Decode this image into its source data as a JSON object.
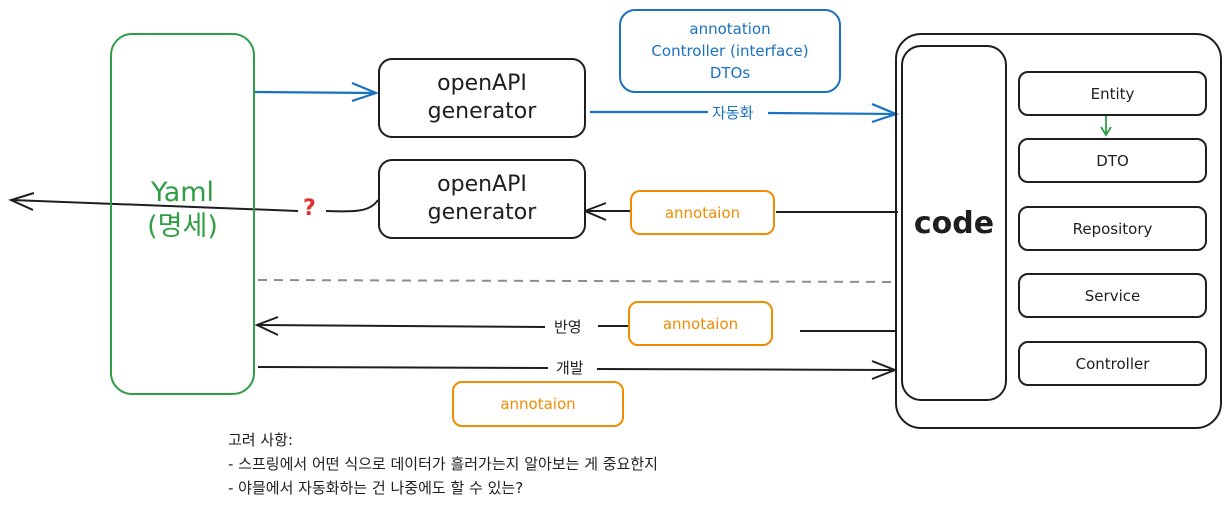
{
  "colors": {
    "blue": "#1971c2",
    "green": "#2f9e44",
    "orange": "#f08c00",
    "black": "#1e1e1e",
    "red": "#e03131",
    "gray": "#868e96"
  },
  "yaml_box": {
    "line1": "Yaml",
    "line2": "(명세)"
  },
  "generator_top": {
    "line1": "openAPI",
    "line2": "generator"
  },
  "generator_bottom": {
    "line1": "openAPI",
    "line2": "generator"
  },
  "blue_note": {
    "line1": "annotation",
    "line2": "Controller (interface)",
    "line3": "DTOs"
  },
  "arrow_labels": {
    "auto": "자동화",
    "question": "?",
    "reflect": "반영",
    "develop": "개발"
  },
  "annotation_boxes": [
    {
      "label": "annotaion"
    },
    {
      "label": "annotaion"
    },
    {
      "label": "annotaion"
    }
  ],
  "code_block": {
    "title": "code",
    "layers": [
      "Entity",
      "DTO",
      "Repository",
      "Service",
      "Controller"
    ]
  },
  "notes": {
    "title": "고려 사항:",
    "items": [
      "- 스프링에서 어떤 식으로 데이터가 흘러가는지 알아보는 게 중요한지",
      "- 야믈에서 자동화하는 건 나중에도 할 수 있는?"
    ]
  }
}
